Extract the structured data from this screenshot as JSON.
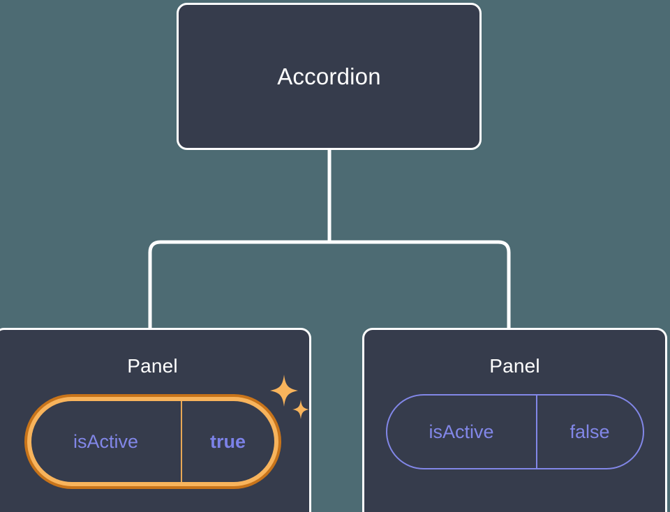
{
  "diagram": {
    "type": "component-tree",
    "background_color": "#4d6b73",
    "node_fill_color": "#363c4c",
    "node_border_color": "#ffffff",
    "connector_color": "#ffffff",
    "root": {
      "title": "Accordion"
    },
    "children": [
      {
        "title": "Panel",
        "highlighted": true,
        "prop": {
          "key": "isActive",
          "value": "true",
          "value_bold": true,
          "key_color": "#8287e8",
          "value_color": "#7c82e8",
          "ring_outer_color": "#c8741a",
          "ring_inner_color": "#f8b45c",
          "divider_color": "#e8a855"
        },
        "decoration": {
          "icon": "sparkles-icon",
          "color": "#f8b45c",
          "count": 2
        }
      },
      {
        "title": "Panel",
        "highlighted": false,
        "prop": {
          "key": "isActive",
          "value": "false",
          "value_bold": false,
          "key_color": "#8287e8",
          "value_color": "#8287e8",
          "border_color": "#8287e8",
          "divider_color": "#8287e8"
        }
      }
    ]
  }
}
